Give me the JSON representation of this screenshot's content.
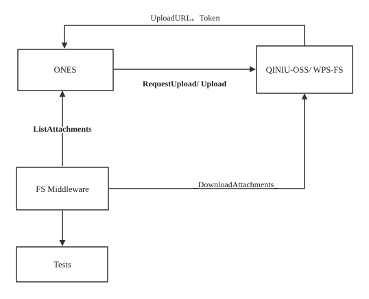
{
  "nodes": {
    "ones": {
      "label": "ONES"
    },
    "oss": {
      "label": "QINIU-OSS/ WPS-FS"
    },
    "fs": {
      "label": "FS Middleware"
    },
    "tests": {
      "label": "Tests"
    }
  },
  "edges": {
    "upload_url": {
      "label": "UploadURL、Token"
    },
    "request_upload": {
      "label": "RequestUpload/ Upload"
    },
    "list_attachments": {
      "label": "ListAttachments"
    },
    "download_attachments": {
      "label": "_DownloadAttachments_"
    }
  },
  "colors": {
    "stroke": "#333333",
    "text": "#222222",
    "background": "#ffffff"
  }
}
